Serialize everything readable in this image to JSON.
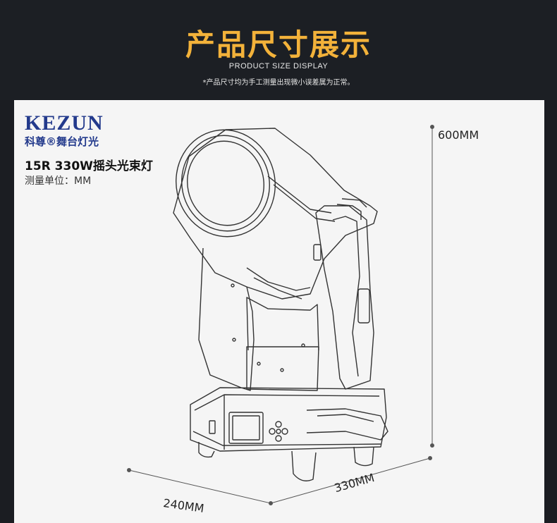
{
  "header": {
    "title": "产品尺寸展示",
    "subtitle": "PRODUCT SIZE DISPLAY",
    "note": "*产品尺寸均为手工测量出现微小误差属为正常。"
  },
  "brand": {
    "logo_text": "KEZUN",
    "logo_chinese": "科尊®舞台灯光"
  },
  "product": {
    "name": "15R 330W摇头光束灯",
    "unit_label": "测量单位：MM"
  },
  "dimensions": {
    "height": "600MM",
    "width": "240MM",
    "depth": "330MM"
  },
  "colors": {
    "accent": "#f3b23a",
    "brand": "#233a8c"
  },
  "illustration": "moving-head-beam-light-line-drawing"
}
